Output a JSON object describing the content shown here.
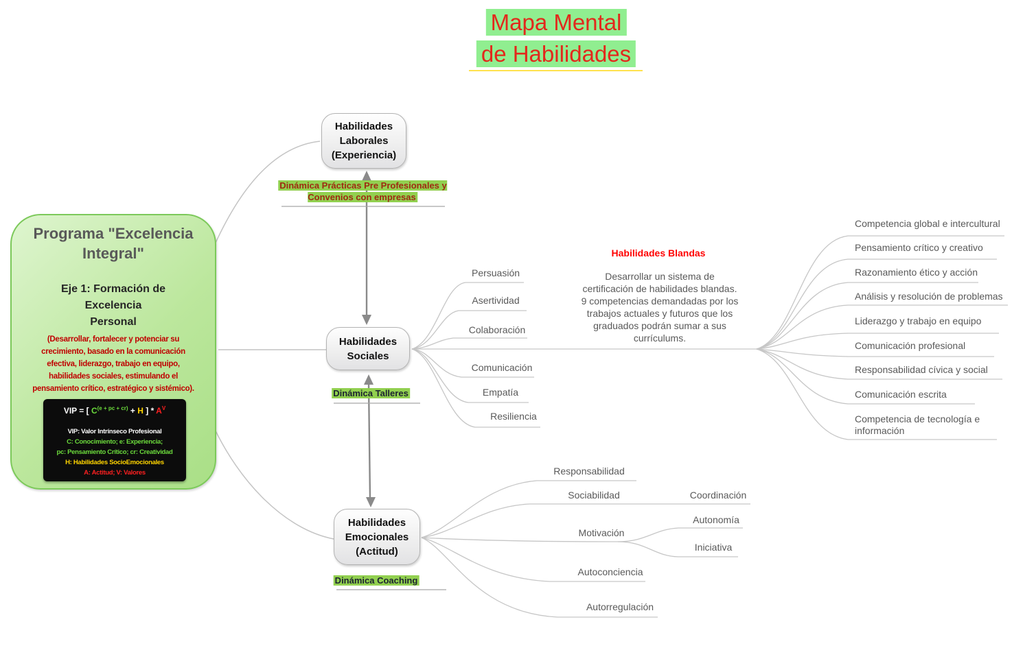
{
  "title": {
    "line1": "Mapa Mental",
    "line2": "de Habilidades"
  },
  "program": {
    "title": "Programa \"Excelencia\nIntegral\"",
    "axis": "Eje 1: Formación de\nExcelencia\nPersonal",
    "description": "(Desarrollar, fortalecer y potenciar su\ncrecimiento, basado en la comunicación\nefectiva, liderazgo, trabajo en equipo,\nhabilidades sociales, estimulando el\npensamiento crítico, estratégico y sistémico).",
    "formula": {
      "lead": "VIP = [ ",
      "c": "C",
      "c_sup": "(e + pc + cr)",
      "plus": " +      ",
      "h": "H",
      "close": " ]  *  ",
      "a": "A",
      "a_sup": "V"
    },
    "legend": [
      "VIP: Valor Intrínseco Profesional",
      "C: Conocimiento; e: Experiencia;",
      "pc: Pensamiento Crítico; cr: Creatividad",
      "H: Habilidades SocioEmocionales",
      "A: Actitud; V: Valores"
    ]
  },
  "nodes": {
    "laborales": {
      "label": "Habilidades\nLaborales\n(Experiencia)",
      "tag": "Dinámica Prácticas Pre Profesionales y\nConvenios con empresas"
    },
    "sociales": {
      "label": "Habilidades\nSociales",
      "tag": "Dinámica Talleres"
    },
    "emocionales": {
      "label": "Habilidades\nEmocionales\n(Actitud)",
      "tag": "Dinámica Coaching"
    }
  },
  "social_branches": {
    "items": [
      "Persuasión",
      "Asertividad",
      "Colaboración",
      "Comunicación",
      "Empatía",
      "Resiliencia"
    ]
  },
  "blandas": {
    "heading": "Habilidades Blandas",
    "description": "Desarrollar un sistema de\ncertificación de habilidades blandas.\n9 competencias demandadas por los\ntrabajos actuales y futuros que los\ngraduados podrán sumar a sus\ncurrículums.",
    "items": [
      "Competencia global e intercultural",
      "Pensamiento crítico y creativo",
      "Razonamiento ético y acción",
      "Análisis y resolución de problemas",
      "Liderazgo y trabajo en equipo",
      "Comunicación profesional",
      "Responsabilidad cívica y social",
      "Comunicación escrita",
      "Competencia de tecnología e\ninformación"
    ]
  },
  "emotional_branches": {
    "items": [
      "Responsabilidad",
      "Sociabilidad",
      "Motivación",
      "Autoconciencia",
      "Autorregulación"
    ],
    "sub": [
      "Coordinación",
      "Autonomía",
      "Iniciativa"
    ]
  }
}
